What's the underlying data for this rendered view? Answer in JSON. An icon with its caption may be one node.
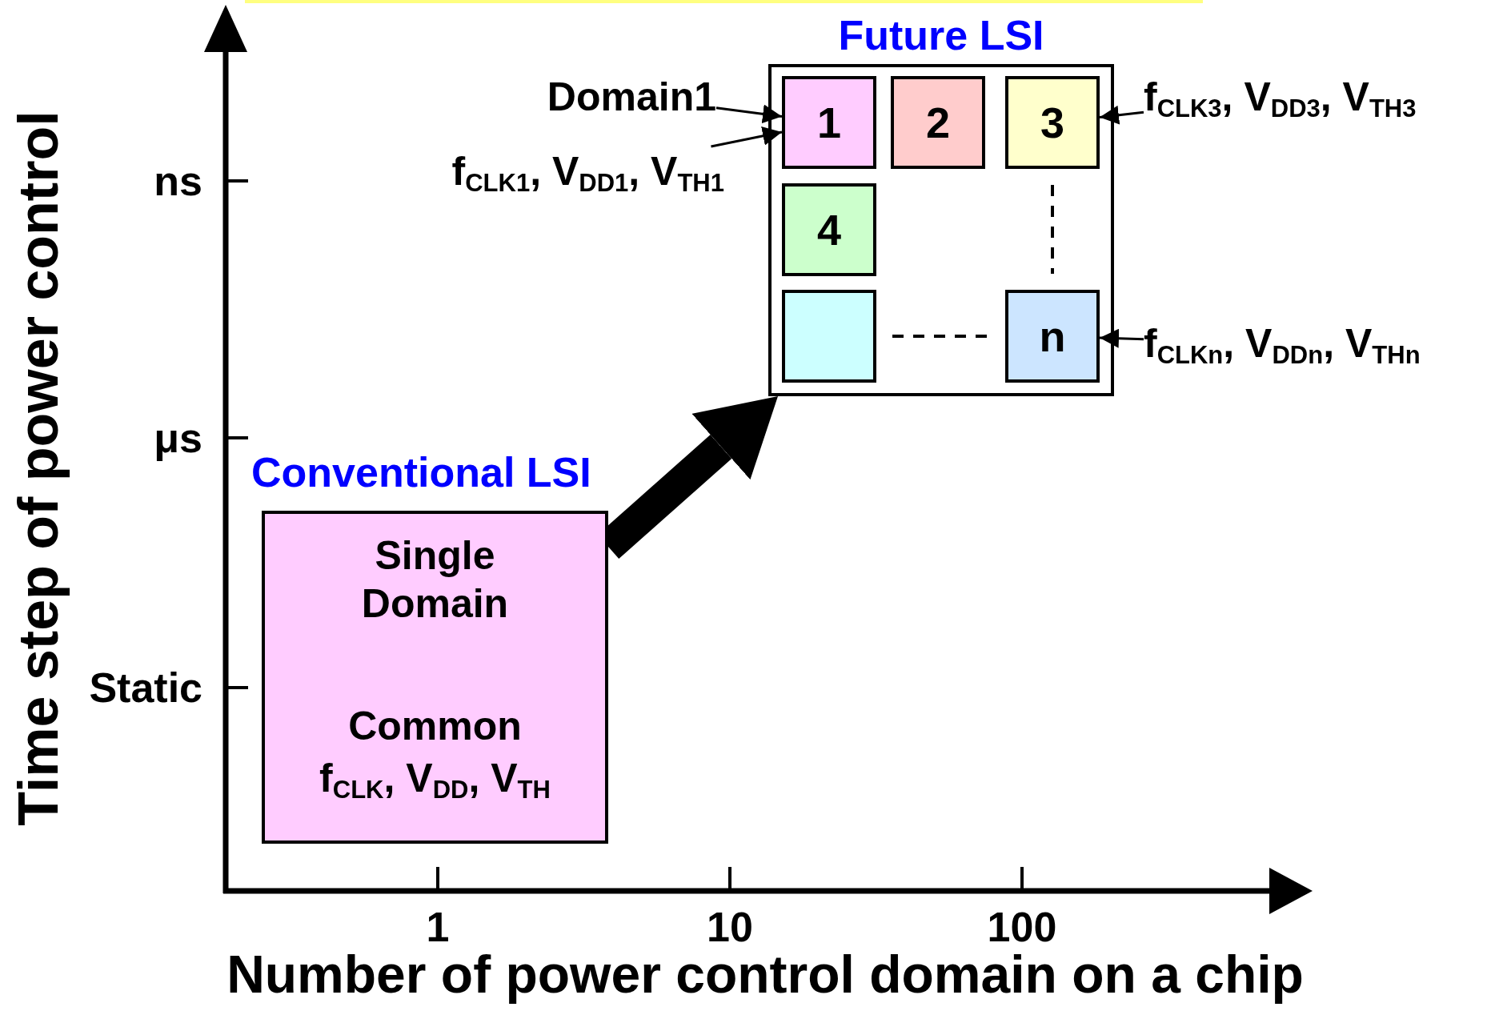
{
  "diagram": {
    "nodes": [
      {
        "text": [
          "Future LSI"
        ]
      },
      {
        "text": [
          "1"
        ],
        "in": 0
      },
      {
        "text": [
          "2"
        ],
        "in": 0
      },
      {
        "text": [
          "3"
        ],
        "in": 0
      },
      {
        "text": [
          "4"
        ],
        "in": 0
      },
      {
        "text": [],
        "shape": "box",
        "in": 0
      },
      {
        "text": [
          "n"
        ],
        "in": 0
      },
      {
        "text": [
          "Domain1"
        ]
      },
      {
        "text": [
          "f$_{CLK1}$, V$_{DD1}$, V$_{TH1}$"
        ]
      },
      {
        "text": [
          "f$_{CLK3}$, V$_{DD3}$, V$_{TH3}$"
        ]
      },
      {
        "text": [
          "f$_{CLKn}$, V$_{DDn}$, V$_{THn}$"
        ]
      },
      {
        "text": [
          "Conventional LSI",
          "Single Domain",
          "Common",
          "f$_{CLK}$, V$_{DD}$, V$_{TH}$"
        ]
      }
    ],
    "edges": [
      {
        "from": 7,
        "to": 1,
        "arrow": "to"
      },
      {
        "from": 8,
        "to": 1,
        "arrow": "to"
      },
      {
        "from": 9,
        "to": 3,
        "arrow": "to"
      },
      {
        "from": 10,
        "to": 6,
        "arrow": "to"
      },
      {
        "from": 5,
        "to": 6,
        "arrow": "none",
        "style": "dashed"
      },
      {
        "from": 3,
        "to": 6,
        "arrow": "none",
        "style": "dashed"
      },
      {
        "from": 11,
        "to": 0,
        "arrow": "to",
        "style": "thick"
      }
    ],
    "labels": [
      "Time step of power control",
      "ns",
      "μs",
      "Static",
      "1",
      "10",
      "100",
      "Number of power control domain on a chip"
    ]
  }
}
